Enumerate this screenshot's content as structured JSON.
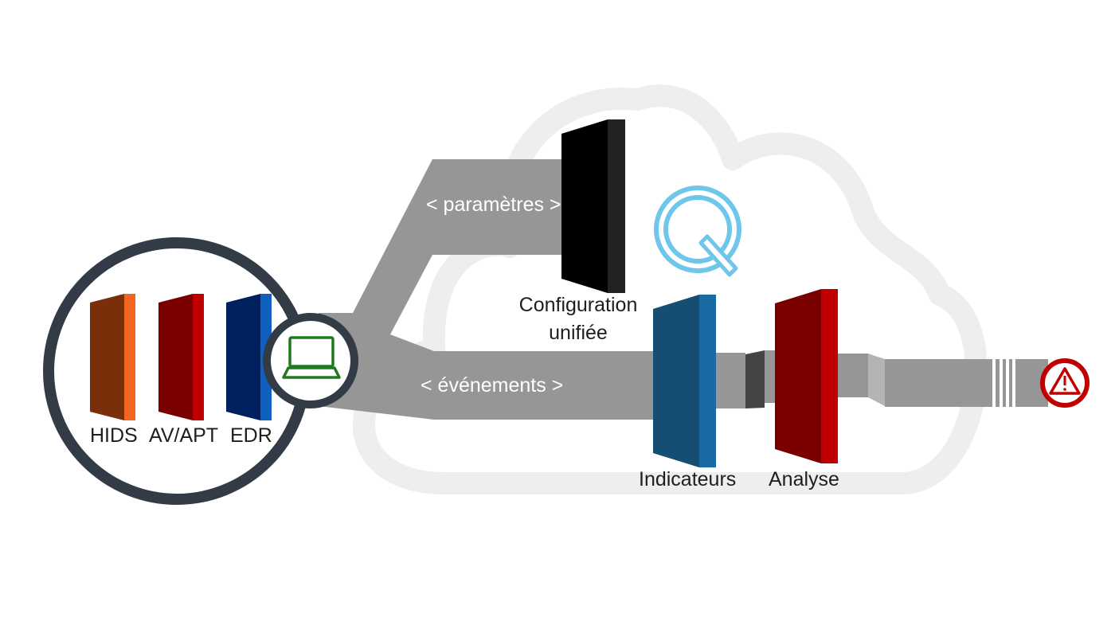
{
  "agent": {
    "modules": [
      "HIDS",
      "AV/APT",
      "EDR"
    ],
    "icon": "laptop-icon"
  },
  "flows": {
    "parameters_label": "< paramètres >",
    "events_label": "< événements >"
  },
  "cloud": {
    "config_label_line1": "Configuration",
    "config_label_line2": "unifiée",
    "brand_icon": "q-logo-icon",
    "indicators_label": "Indicateurs",
    "analysis_label": "Analyse",
    "alert_icon": "warning-icon"
  },
  "colors": {
    "hids": "#7a2e0a",
    "hids_edge": "#f26522",
    "avapt": "#7a0000",
    "avapt_edge": "#c00000",
    "edr": "#002060",
    "edr_edge": "#1060c0",
    "laptop": "#1f7a1f",
    "pipe": "#969696",
    "cloud": "#eeeeee",
    "ring": "#333b47",
    "q_logo": "#6ec6ea",
    "alert": "#c00000"
  }
}
